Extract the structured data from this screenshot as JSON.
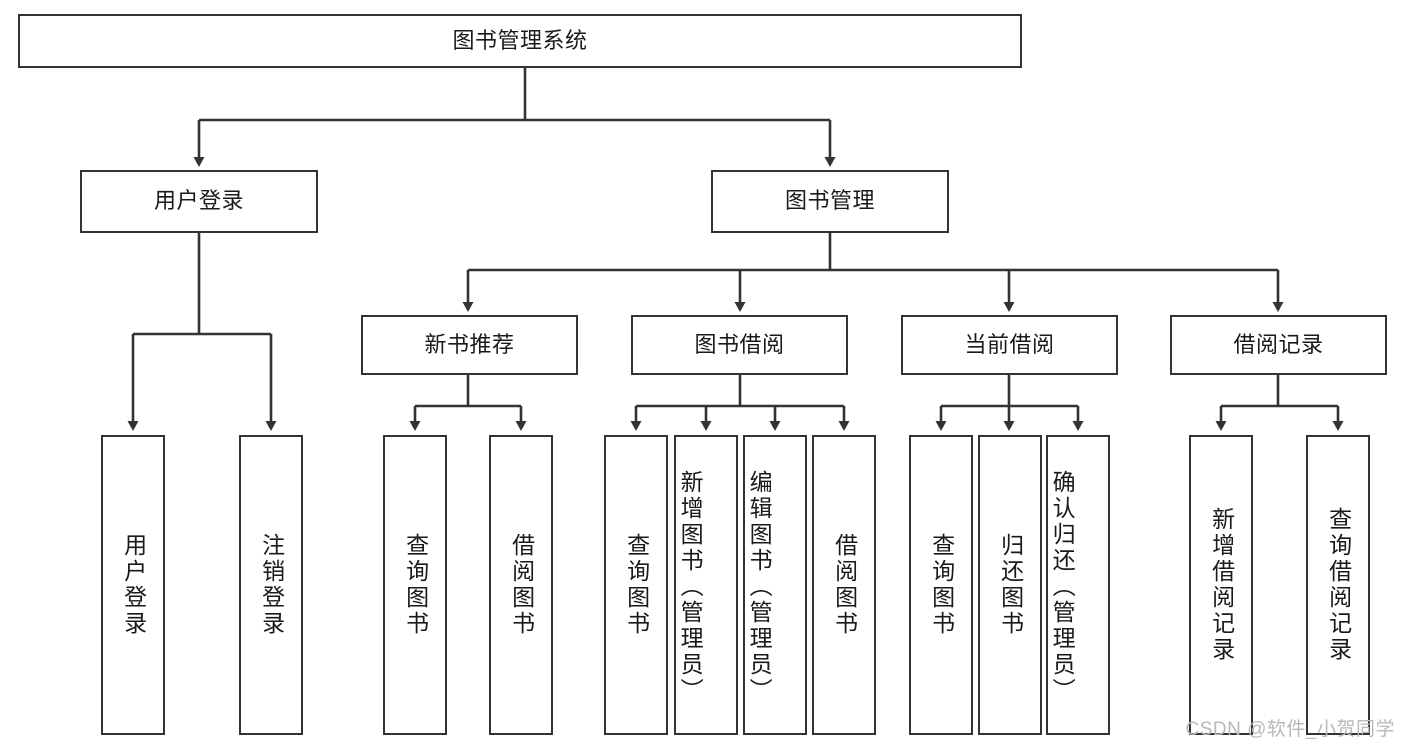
{
  "diagram": {
    "title": "图书管理系统",
    "type": "tree-hierarchy",
    "root": {
      "label": "图书管理系统"
    },
    "level2": [
      {
        "label": "用户登录"
      },
      {
        "label": "图书管理"
      }
    ],
    "level3": [
      {
        "label": "新书推荐"
      },
      {
        "label": "图书借阅"
      },
      {
        "label": "当前借阅"
      },
      {
        "label": "借阅记录"
      }
    ],
    "leaves": {
      "user_login": [
        {
          "label": "用户登录"
        },
        {
          "label": "注销登录"
        }
      ],
      "new_book_recommend": [
        {
          "label": "查询图书"
        },
        {
          "label": "借阅图书"
        }
      ],
      "book_borrow": [
        {
          "label": "查询图书"
        },
        {
          "label": "新增图书（管理员）"
        },
        {
          "label": "编辑图书（管理员）"
        },
        {
          "label": "借阅图书"
        }
      ],
      "current_borrow": [
        {
          "label": "查询图书"
        },
        {
          "label": "归还图书"
        },
        {
          "label": "确认归还（管理员）"
        }
      ],
      "borrow_record": [
        {
          "label": "新增借阅记录"
        },
        {
          "label": "查询借阅记录"
        }
      ]
    }
  },
  "watermark": {
    "text": "CSDN @软件_小贺同学"
  },
  "colors": {
    "border": "#333333",
    "text": "#1a1a1a",
    "background": "#ffffff",
    "watermark": "#b9b9b9"
  }
}
